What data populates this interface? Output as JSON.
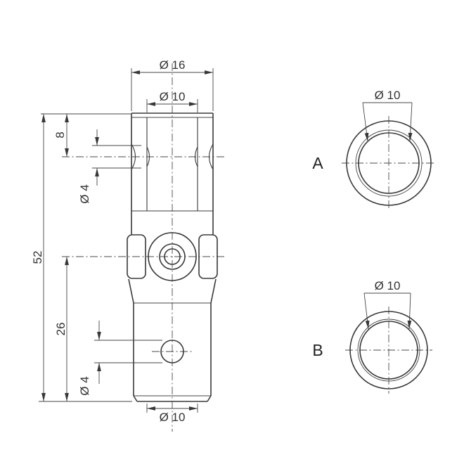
{
  "drawing": {
    "main_view": {
      "dims": {
        "outer_top": "Ø 16",
        "bore_top": "Ø 10",
        "hole_offset": "8",
        "cross_hole_top": "Ø 4",
        "overall_length": "52",
        "pivot_to_bottom": "26",
        "cross_hole_bottom": "Ø 4",
        "bore_bottom": "Ø 10"
      }
    },
    "detail_views": {
      "a": {
        "label": "A",
        "dim": "Ø 10"
      },
      "b": {
        "label": "B",
        "dim": "Ø 10"
      }
    },
    "colors": {
      "line": "#383838",
      "background": "#ffffff"
    }
  }
}
